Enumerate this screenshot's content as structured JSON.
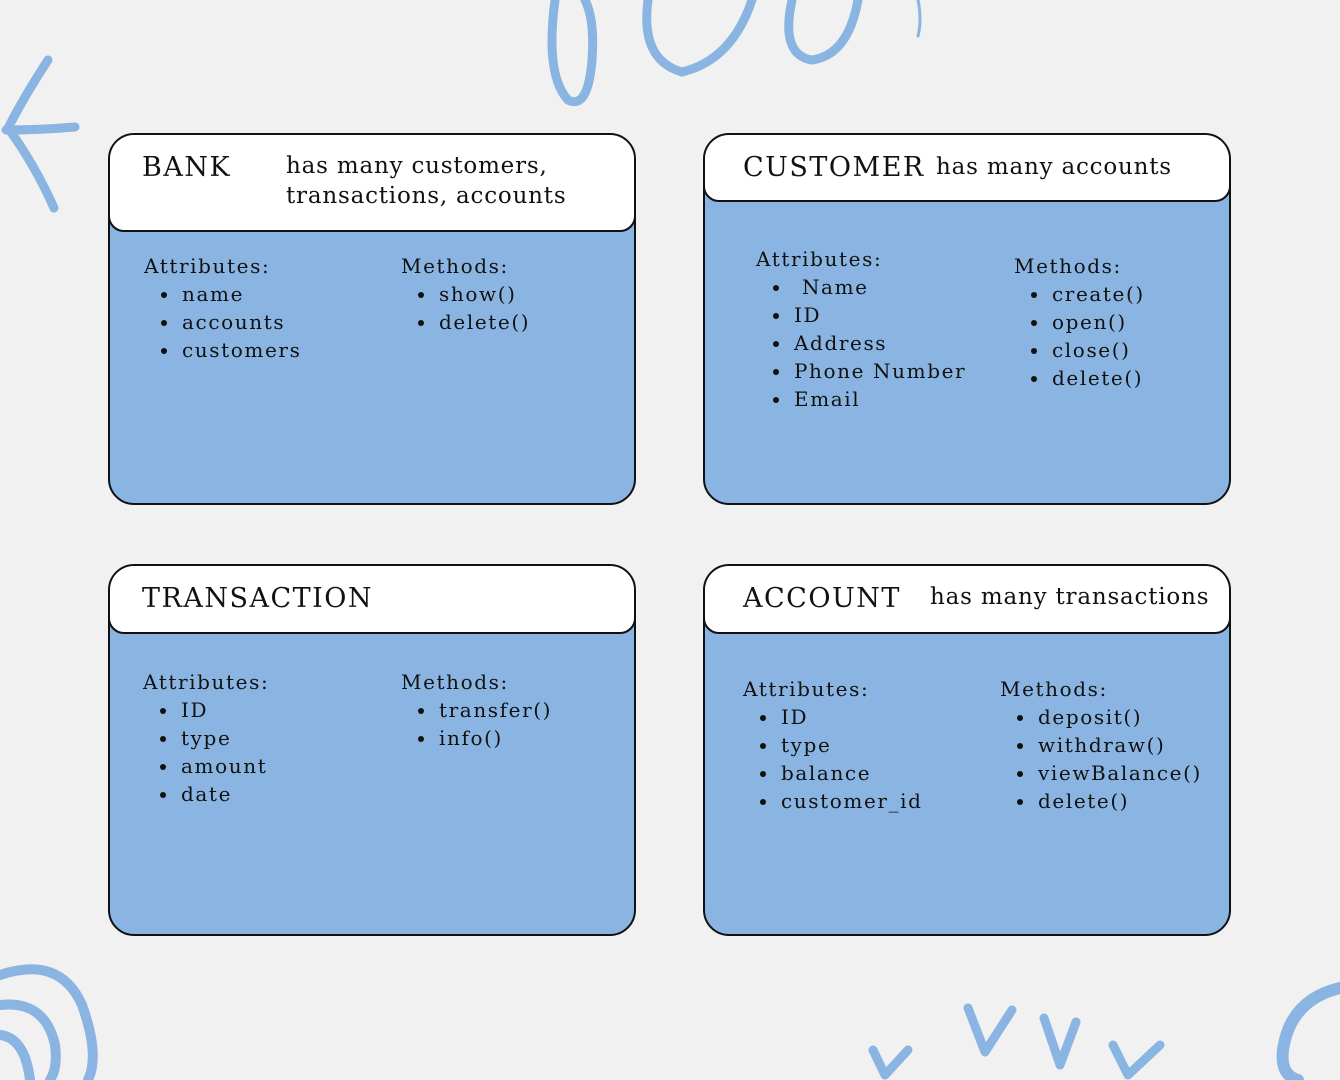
{
  "labels": {
    "attributes": "Attributes:",
    "methods": "Methods:"
  },
  "colors": {
    "background": "#f1f1f1",
    "card_fill": "#8ab5e2",
    "header_fill": "#ffffff",
    "outline": "#111111",
    "doodle": "#8ab5e2"
  },
  "cards": {
    "bank": {
      "title": "BANK",
      "relation_line1": "has many customers,",
      "relation_line2": "transactions, accounts",
      "attributes": [
        "name",
        "accounts",
        "customers"
      ],
      "methods": [
        "show()",
        "delete()"
      ]
    },
    "customer": {
      "title": "CUSTOMER",
      "relation_line1": "has many accounts",
      "attributes": [
        " Name",
        "ID",
        "Address",
        "Phone Number",
        "Email"
      ],
      "methods": [
        "create()",
        "open()",
        "close()",
        "delete()"
      ]
    },
    "transaction": {
      "title": "TRANSACTION",
      "attributes": [
        "ID",
        "type",
        "amount",
        "date"
      ],
      "methods": [
        "transfer()",
        "info()"
      ]
    },
    "account": {
      "title": "ACCOUNT",
      "relation_line1": "has many transactions",
      "attributes": [
        "ID",
        "type",
        "balance",
        "customer_id"
      ],
      "methods": [
        "deposit()",
        "withdraw()",
        "viewBalance()",
        "delete()"
      ]
    }
  }
}
